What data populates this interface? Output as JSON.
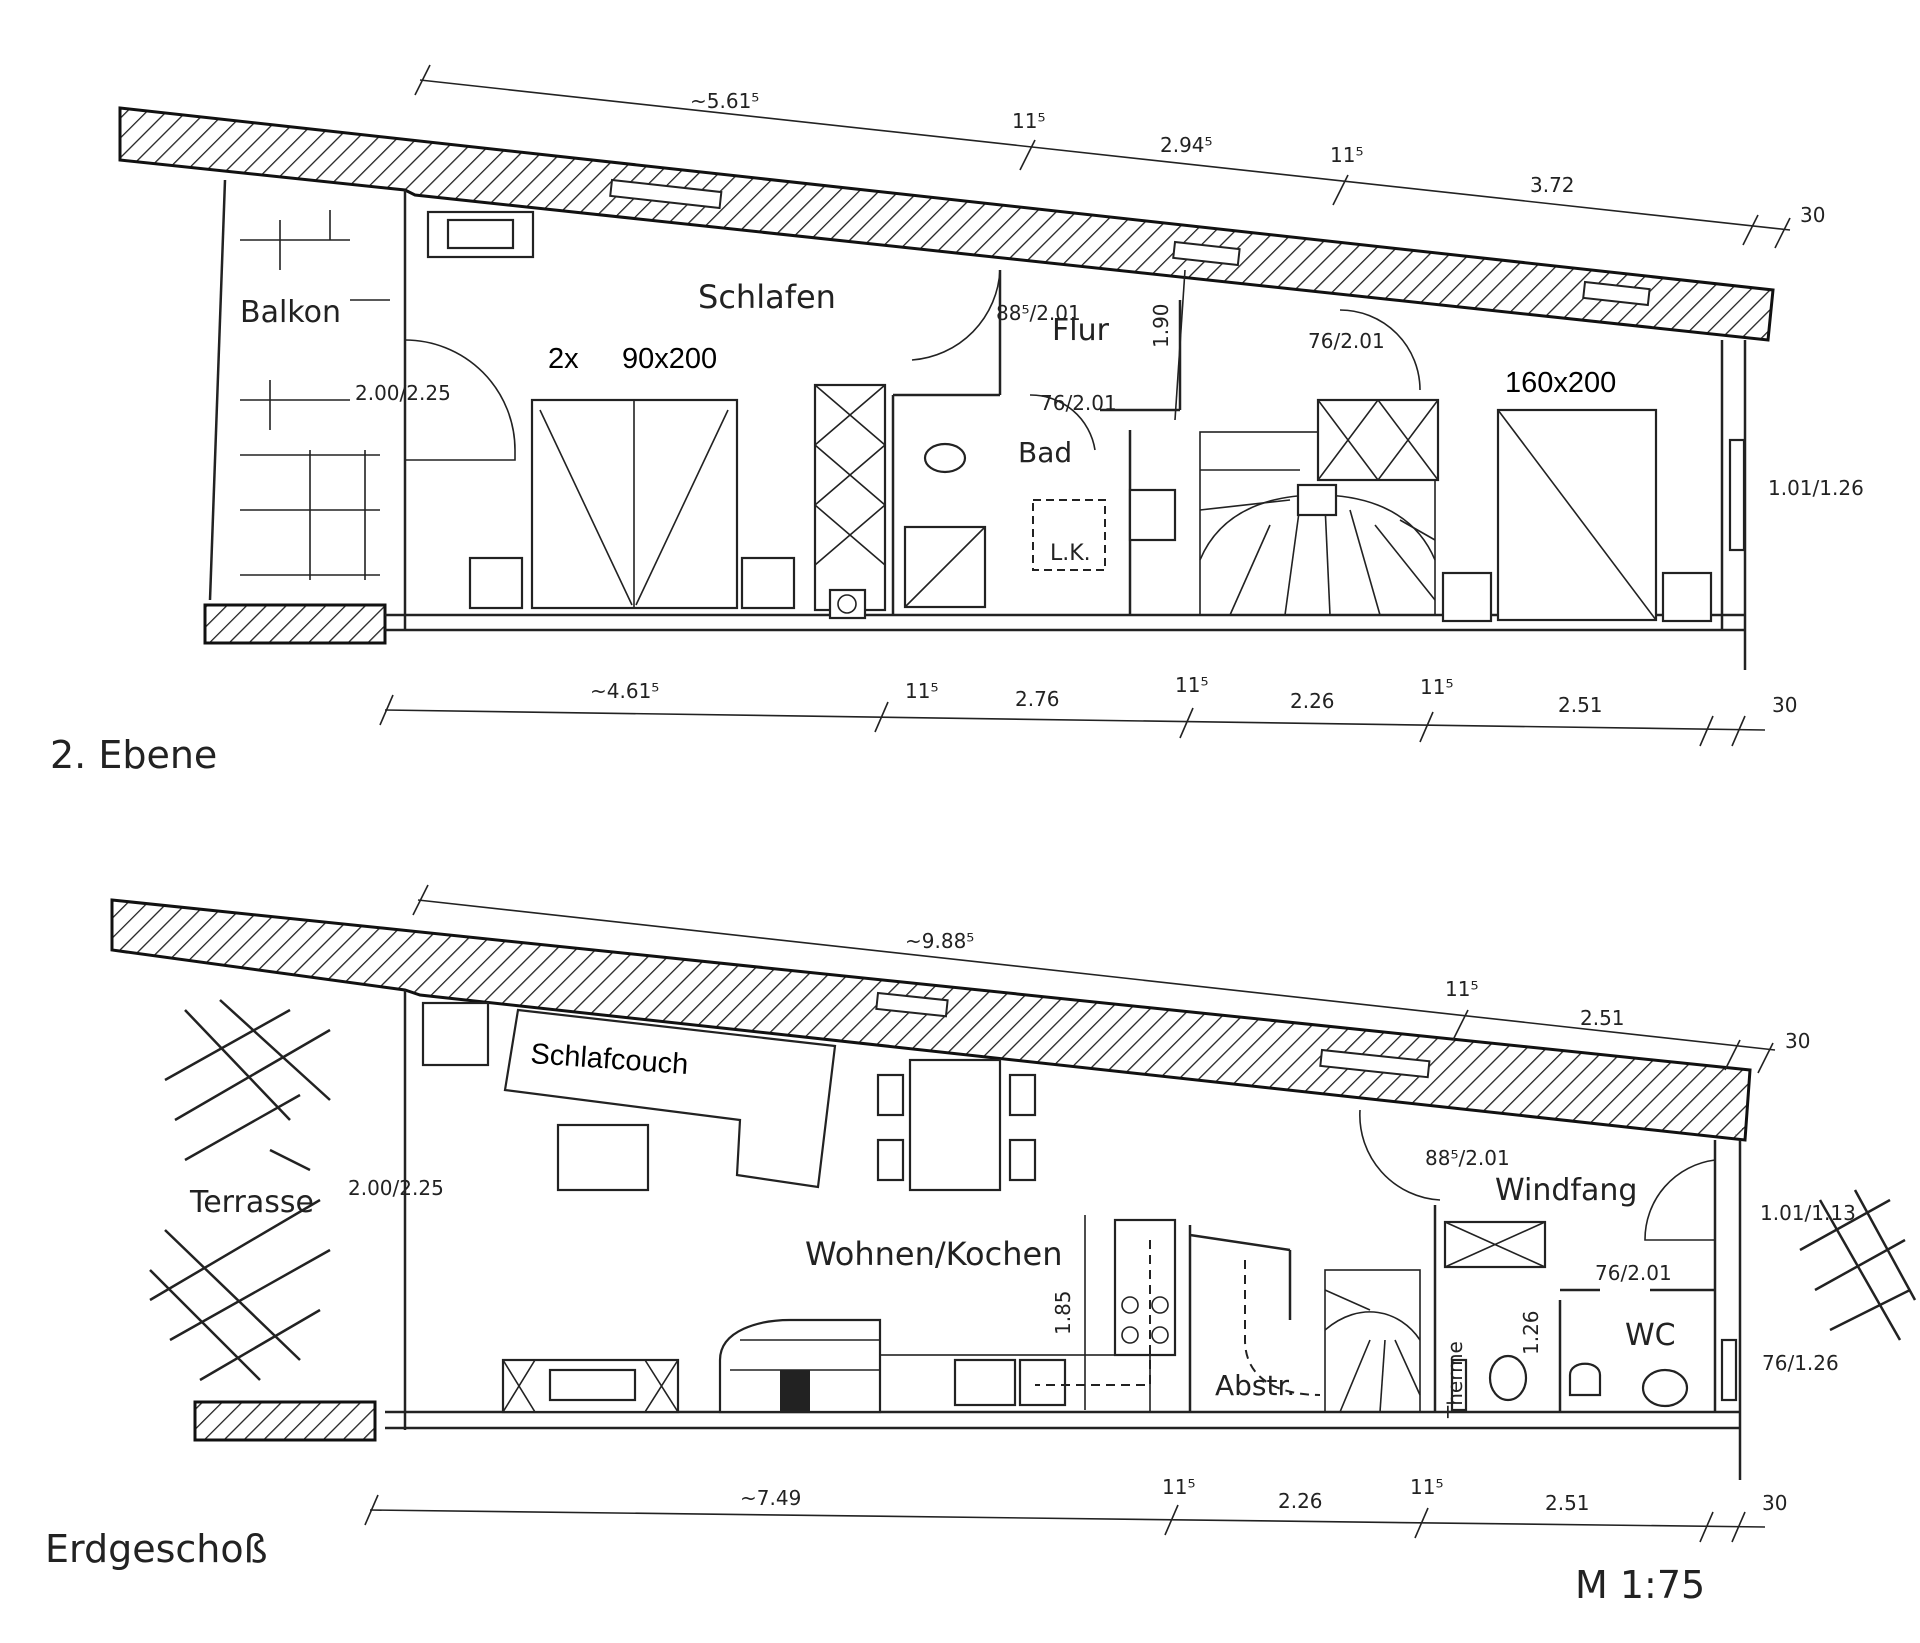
{
  "upper_floor": {
    "title": "2. Ebene",
    "rooms": {
      "balcony": "Balkon",
      "bedroom": "Schlafen",
      "hall": "Flur",
      "bath": "Bad",
      "shower_tray": "L.K."
    },
    "beds": {
      "twin_count": "2x",
      "twin_size": "90x200",
      "double_size": "160x200"
    },
    "dims_top": [
      "~5.61⁵",
      "11⁵",
      "2.94⁵",
      "11⁵",
      "3.72",
      "30"
    ],
    "dims_bottom": [
      "~4.61⁵",
      "11⁵",
      "2.76",
      "11⁵",
      "2.26",
      "11⁵",
      "2.51",
      "30"
    ],
    "dim_vertical": "1.90",
    "openings": [
      "88⁵/2.01",
      "76/2.01",
      "76/2.01",
      "2.00/2.25",
      "1.01/1.26"
    ]
  },
  "ground_floor": {
    "title": "Erdgeschoß",
    "rooms": {
      "terrace": "Terrasse",
      "living": "Wohnen/Kochen",
      "entry": "Windfang",
      "storage": "Abstr.",
      "wc": "WC"
    },
    "furniture": {
      "sofa_bed": "Schlafcouch",
      "heater": "Therme"
    },
    "dims_top": [
      "~9.88⁵",
      "11⁵",
      "2.51",
      "30"
    ],
    "dims_bottom": [
      "~7.49",
      "11⁵",
      "2.26",
      "11⁵",
      "2.51",
      "30"
    ],
    "dim_kitchen": "1.85",
    "dim_wc": "1.26",
    "openings": [
      "88⁵/2.01",
      "76/2.01",
      "2.00/2.25",
      "1.01/1.13",
      "76/1.26"
    ]
  },
  "scale": "M 1:75"
}
